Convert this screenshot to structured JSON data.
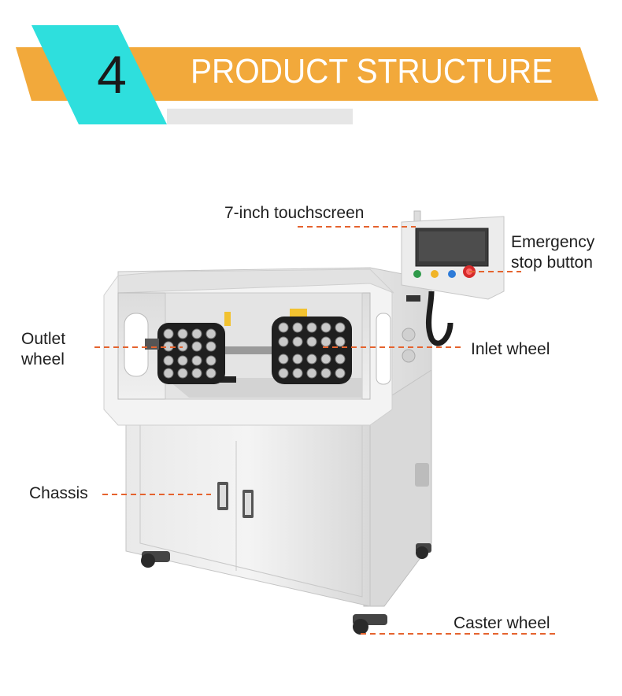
{
  "banner": {
    "number": "4",
    "title": "PRODUCT STRUCTURE",
    "colors": {
      "orange": "#F2A93B",
      "cyan": "#2EDFDD",
      "gray": "#E6E6E6"
    }
  },
  "labels": {
    "touchscreen": "7-inch touchscreen",
    "emergency_line1": "Emergency",
    "emergency_line2": "stop button",
    "outlet_line1": "Outlet",
    "outlet_line2": "wheel",
    "inlet": "Inlet wheel",
    "chassis": "Chassis",
    "caster": "Caster wheel"
  },
  "leader_color": "#E5632E"
}
